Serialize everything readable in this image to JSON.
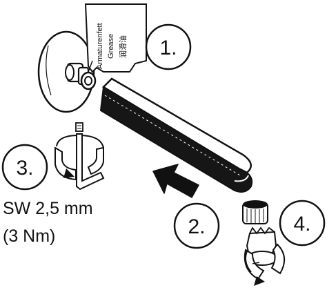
{
  "steps": [
    {
      "number": "1."
    },
    {
      "number": "2."
    },
    {
      "number": "3."
    },
    {
      "number": "4."
    }
  ],
  "grease_label": {
    "line1": "Armaturenfett",
    "line2": "Grease",
    "line3": "润滑油"
  },
  "torque_spec": {
    "wrench": "SW 2,5 mm",
    "torque": "(3 Nm)"
  }
}
